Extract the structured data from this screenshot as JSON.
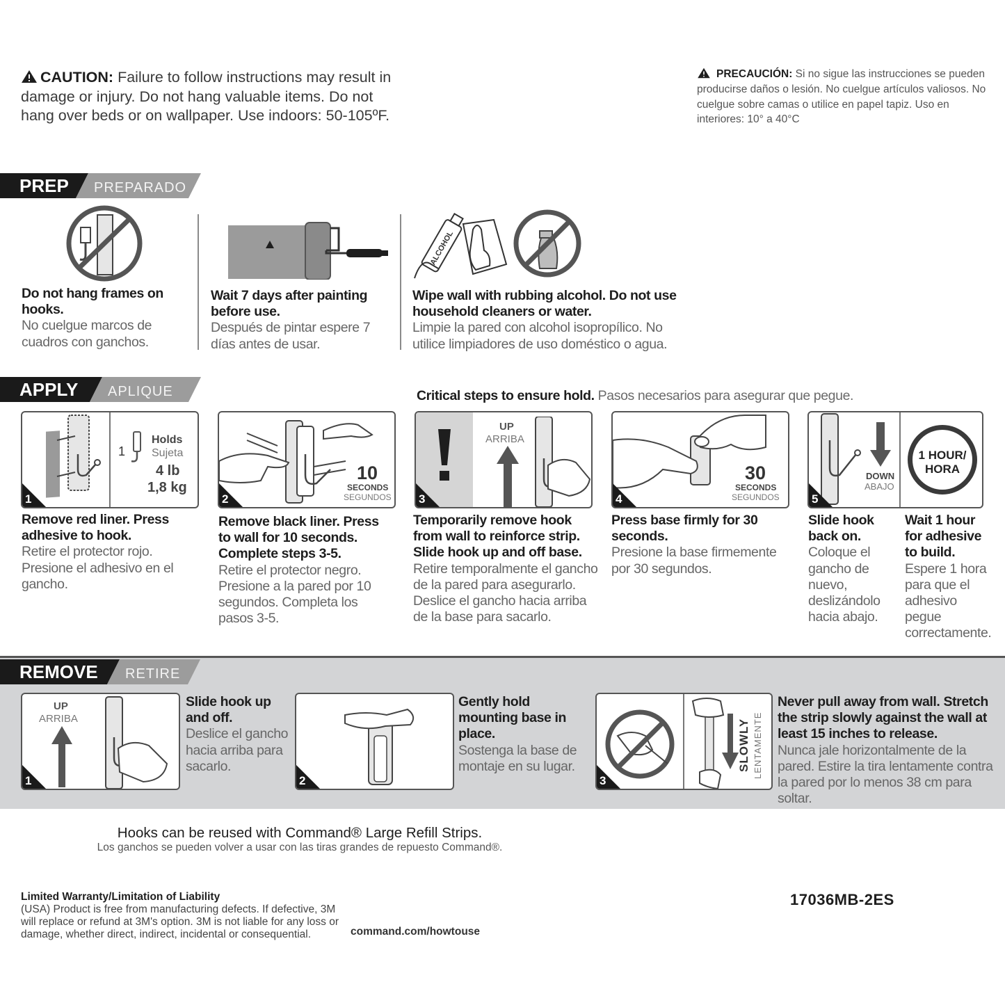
{
  "caution": {
    "en_label": "CAUTION:",
    "en_text": " Failure to follow instructions may result in damage or injury. Do not hang valuable items. Do not hang over beds or on wallpaper. Use indoors: 50-105ºF.",
    "es_label": "PRECAUCIÓN:",
    "es_text": " Si no sigue las instrucciones se pueden producirse daños o lesión. No cuelgue artículos valiosos. No cuelgue sobre camas o utilice en papel tapiz. Uso en interiores: 10° a 40°C"
  },
  "prep": {
    "title": "PREP",
    "subtitle": "PREPARADO",
    "items": [
      {
        "en": "Do not hang frames on hooks.",
        "es": "No cuelgue marcos de cuadros con ganchos."
      },
      {
        "en": "Wait 7 days after painting before use.",
        "es": "Después de pintar espere 7 días antes de usar."
      },
      {
        "en": "Wipe wall with rubbing alcohol. Do not use household cleaners or water.",
        "es": "Limpie la pared con alcohol isopropílico. No utilice limpiadores de uso doméstico o agua."
      }
    ],
    "alcohol_label": "ALCOHOL"
  },
  "apply": {
    "title": "APPLY",
    "subtitle": "APLIQUE",
    "critical_en": "Critical steps to ensure hold.",
    "critical_es": "Pasos necesarios para asegurar que pegue.",
    "holds": {
      "count": "1",
      "en": "Holds",
      "es": "Sujeta",
      "lb": "4 lb",
      "kg": "1,8 kg"
    },
    "timer10": {
      "num": "10",
      "en": "SECONDS",
      "es": "SEGUNDOS"
    },
    "timer30": {
      "num": "30",
      "en": "SECONDS",
      "es": "SEGUNDOS"
    },
    "up_en": "UP",
    "up_es": "ARRIBA",
    "down_en": "DOWN",
    "down_es": "ABAJO",
    "clock": "1 HOUR/ HORA",
    "steps": [
      {
        "num": "1",
        "en": "Remove red liner. Press adhesive to hook.",
        "es": "Retire el protector rojo. Presione el adhesivo en el gancho."
      },
      {
        "num": "2",
        "en": "Remove black liner. Press to wall for 10 seconds. Complete steps 3-5.",
        "es": "Retire el protector negro. Presione a la pared por 10 segundos. Completa los pasos 3-5."
      },
      {
        "num": "3",
        "en": "Temporarily remove hook from wall to reinforce strip. Slide hook up and off base.",
        "es": "Retire temporalmente el gancho de la pared para asegurarlo. Deslice el gancho hacia arriba de la base para sacarlo."
      },
      {
        "num": "4",
        "en": "Press base firmly for 30 seconds.",
        "es": "Presione la base firmemente por 30 segundos."
      },
      {
        "num": "5",
        "en": "Slide hook back on.",
        "es": "Coloque el gancho de nuevo, deslizándolo hacia abajo."
      }
    ],
    "wait": {
      "en": "Wait 1 hour for adhesive to build.",
      "es": "Espere 1 hora para que el adhesivo pegue correctamente."
    }
  },
  "remove": {
    "title": "REMOVE",
    "subtitle": "RETIRE",
    "up_en": "UP",
    "up_es": "ARRIBA",
    "slowly_en": "SLOWLY",
    "slowly_es": "LENTAMENTE",
    "steps": [
      {
        "num": "1",
        "en": "Slide hook up and off.",
        "es": "Deslice el gancho hacia arriba para sacarlo."
      },
      {
        "num": "2",
        "en": "Gently hold mounting base in place.",
        "es": "Sostenga la base de montaje en su lugar."
      },
      {
        "num": "3",
        "en": "Never pull away from wall. Stretch the strip slowly against the wall at least 15 inches to release.",
        "es": "Nunca jale horizontalmente de la pared. Estire la tira lentamente contra la pared por lo menos 38 cm para soltar."
      }
    ]
  },
  "footer": {
    "refill_en": "Hooks can be reused with Command® Large Refill Strips.",
    "refill_es": "Los ganchos se pueden volver a usar con las tiras grandes de repuesto Command®.",
    "warranty_title": "Limited Warranty/Limitation of Liability",
    "warranty_text": "(USA) Product is free from manufacturing defects. If defective, 3M will replace or refund at 3M's option. 3M is not liable for any loss or damage, whether direct, indirect, incidental or consequential.",
    "url": "command.com/howtouse",
    "code": "17036MB-2ES"
  }
}
